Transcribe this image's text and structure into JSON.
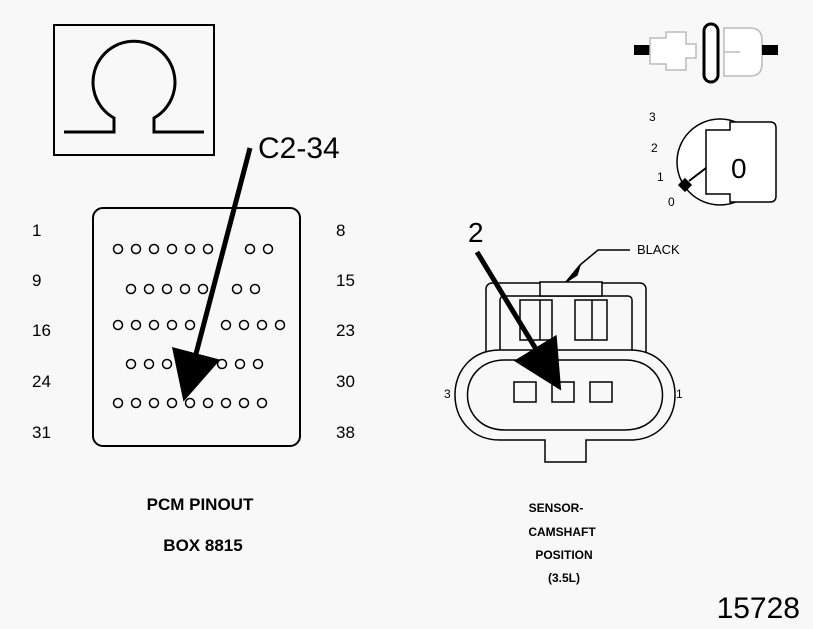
{
  "ohm_symbol_icon": "ohmmeter-icon",
  "pinout_callout": "C2-34",
  "row_labels_left": [
    "1",
    "9",
    "16",
    "24",
    "31"
  ],
  "row_labels_right": [
    "8",
    "15",
    "23",
    "30",
    "38"
  ],
  "pcm_caption_line1": "PCM PINOUT",
  "pcm_caption_line2": "BOX 8815",
  "sensor_callout": "2",
  "wire_color_label": "BLACK",
  "sensor_side_left": "3",
  "sensor_side_right": "1",
  "sensor_caption": [
    "SENSOR-",
    "CAMSHAFT",
    "POSITION",
    "(3.5L)"
  ],
  "ignition_positions": [
    "3",
    "2",
    "1",
    "0"
  ],
  "ignition_key_label": "0",
  "connector_icon": "disconnected-connector-icon",
  "figure_number": "15728"
}
